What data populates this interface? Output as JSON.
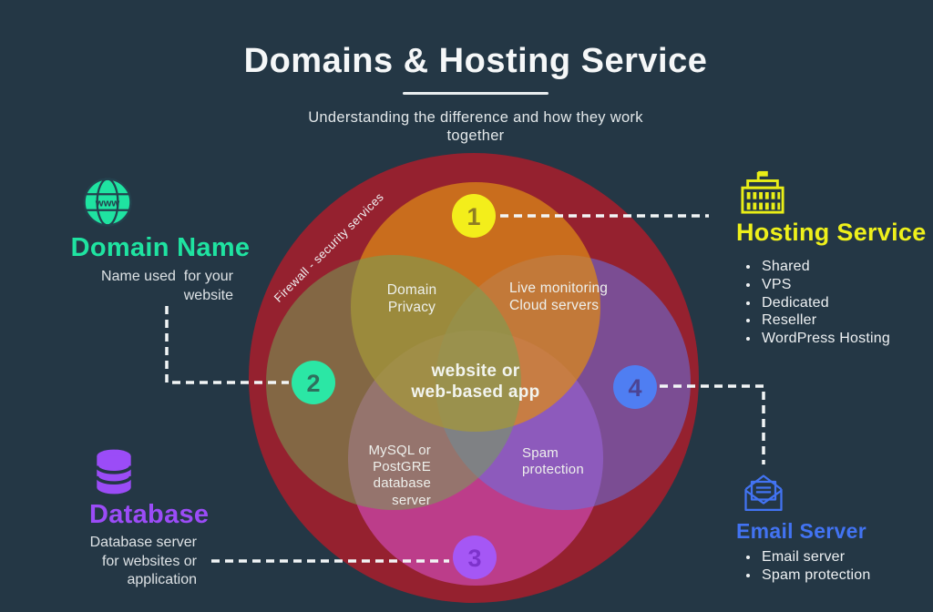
{
  "header": {
    "title": "Domains & Hosting Service",
    "subtitle_line1": "Understanding the difference and how they work",
    "subtitle_line2": "together"
  },
  "domain": {
    "heading": "Domain Name",
    "accent_color": "#1fe3a1",
    "desc_lines": [
      "Name used  for your",
      "website"
    ]
  },
  "hosting": {
    "heading": "Hosting Service",
    "accent_color": "#eef01b",
    "items": [
      "Shared",
      "VPS",
      "Dedicated",
      "Reseller",
      "WordPress Hosting"
    ]
  },
  "database": {
    "heading": "Database",
    "accent_color": "#9b4cf7",
    "desc_lines": [
      "Database server",
      "for websites or",
      "application"
    ]
  },
  "email": {
    "heading": "Email Server",
    "accent_color": "#4273f2",
    "items": [
      "Email server",
      "Spam protection"
    ]
  },
  "venn": {
    "ring_label": "Firewall - security services",
    "ring_color": "#95212f",
    "circle_colors": {
      "top": "#de8b16",
      "left": "#74a355",
      "right": "#6673e6",
      "bottom": "#d44fc4"
    },
    "center_line1": "website or",
    "center_line2": "web-based app",
    "regions": {
      "top_left": [
        "Domain",
        "Privacy"
      ],
      "top_right": [
        "Live monitoring",
        "Cloud servers"
      ],
      "bottom_left": [
        "MySQL or",
        "PostGRE",
        "database",
        "server"
      ],
      "bottom_right": [
        "Spam",
        "protection"
      ]
    },
    "badges": [
      {
        "number": "1",
        "fill": "#f3ee1b",
        "num_color": "#8f7d23"
      },
      {
        "number": "2",
        "fill": "#2be7a5",
        "num_color": "#2f6f5d"
      },
      {
        "number": "3",
        "fill": "#a557f5",
        "num_color": "#7d32cc"
      },
      {
        "number": "4",
        "fill": "#4f7ef2",
        "num_color": "#4c4494"
      }
    ]
  }
}
